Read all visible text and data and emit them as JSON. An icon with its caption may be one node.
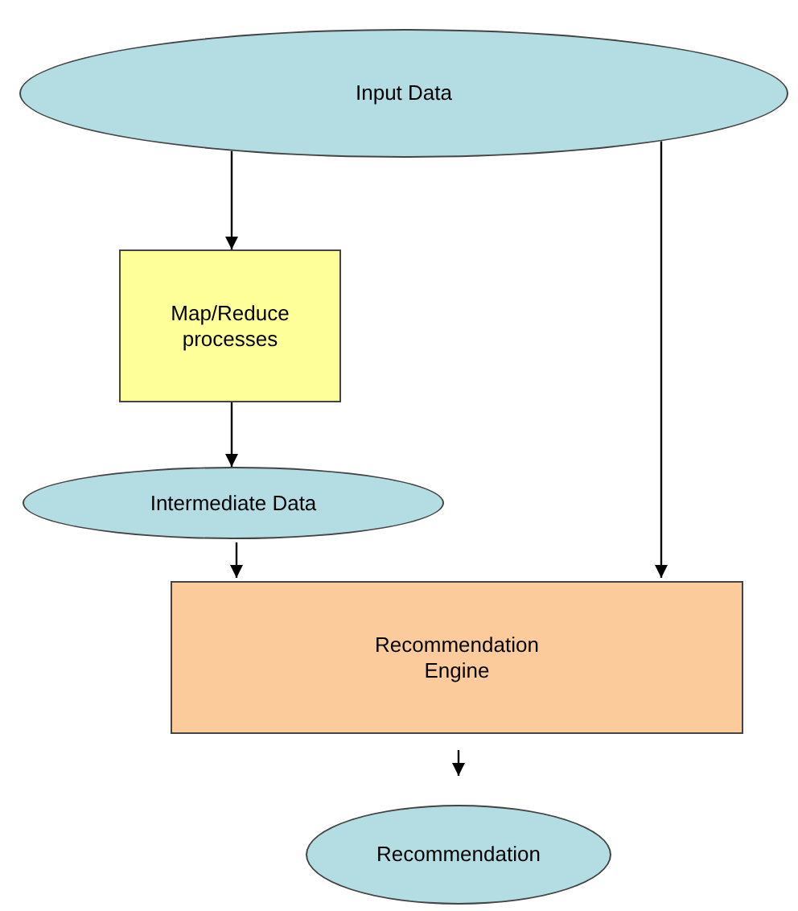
{
  "diagram": {
    "nodes": [
      {
        "text": [
          "Input Data"
        ]
      },
      {
        "text": [
          "Map/Reduce processes"
        ]
      },
      {
        "text": [
          "Intermediate Data"
        ]
      },
      {
        "text": [
          "Recommendation Engine"
        ]
      },
      {
        "text": [
          "Recommendation"
        ]
      }
    ],
    "edges": [
      {
        "from": 0,
        "to": 1,
        "arrow": "to"
      },
      {
        "from": 0,
        "to": 3,
        "arrow": "to"
      },
      {
        "from": 1,
        "to": 2,
        "arrow": "to"
      },
      {
        "from": 2,
        "to": 3,
        "arrow": "to"
      },
      {
        "from": 3,
        "to": 4,
        "arrow": "to"
      }
    ]
  }
}
